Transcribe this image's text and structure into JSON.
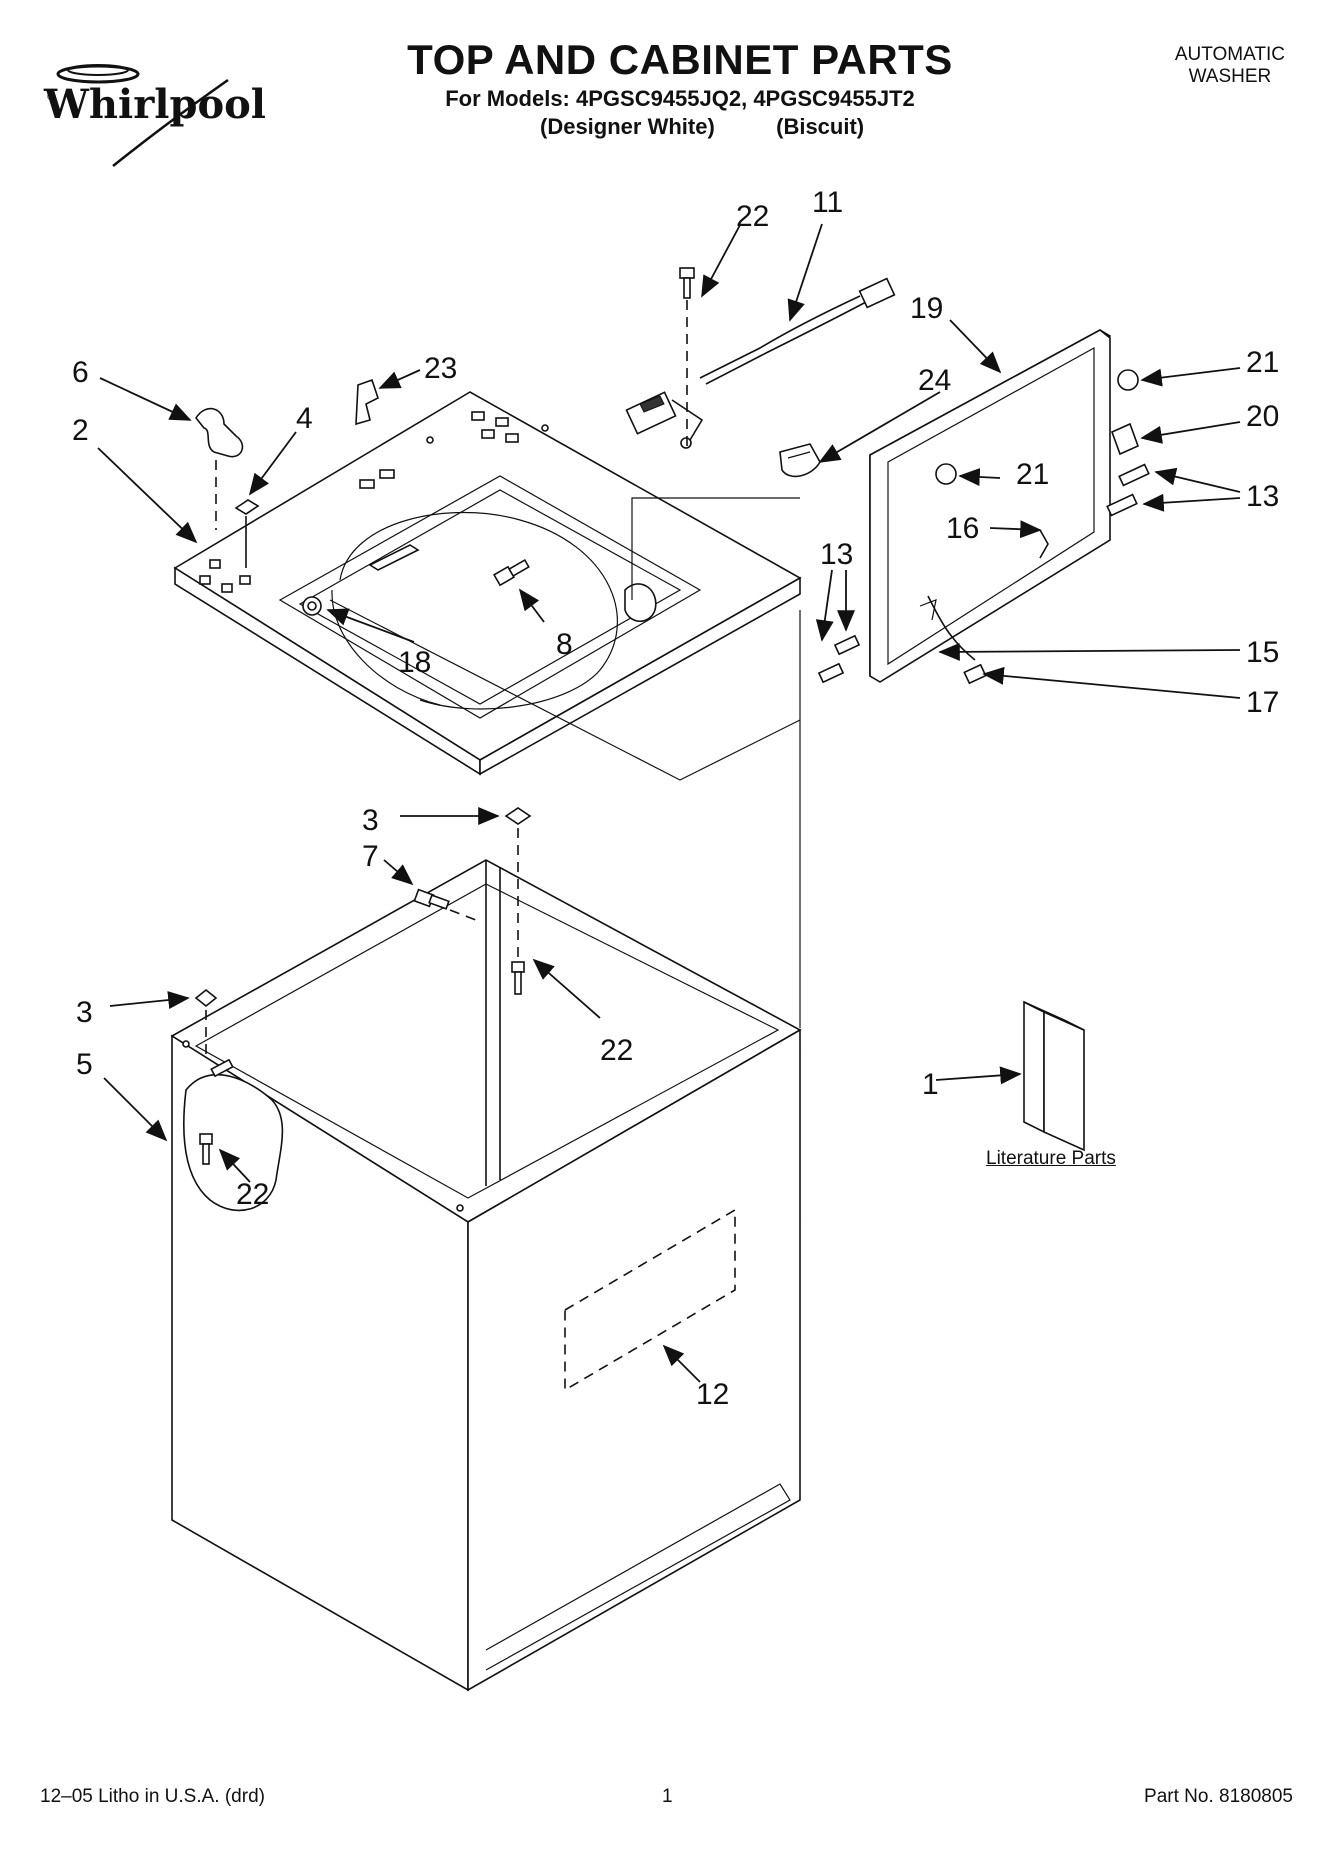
{
  "brand": {
    "logo_text": "Whirlpool",
    "logo_mark": "®"
  },
  "header": {
    "title": "TOP AND CABINET PARTS",
    "models": "For Models: 4PGSC9455JQ2, 4PGSC9455JT2",
    "variant_1": "(Designer White)",
    "variant_2": "(Biscuit)",
    "product_line1": "AUTOMATIC",
    "product_line2": "WASHER"
  },
  "callouts": {
    "c22a": "22",
    "c11": "11",
    "c19": "19",
    "c6": "6",
    "c23": "23",
    "c2": "2",
    "c4": "4",
    "c24": "24",
    "c21a": "21",
    "c20": "20",
    "c21b": "21",
    "c13a": "13",
    "c16": "16",
    "c8": "8",
    "c18": "18",
    "c13b": "13",
    "c15": "15",
    "c17": "17",
    "c3a": "3",
    "c7": "7",
    "c22b": "22",
    "c3b": "3",
    "c5": "5",
    "c22c": "22",
    "c1": "1",
    "c12": "12"
  },
  "literature_label": "Literature Parts",
  "footer": {
    "litho": "12–05 Litho in U.S.A. (drd)",
    "page": "1",
    "part_no": "Part No. 8180805"
  }
}
